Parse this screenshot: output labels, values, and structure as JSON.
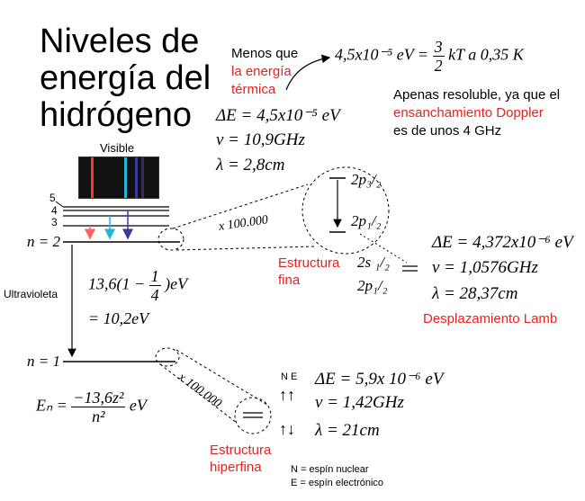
{
  "title": "Niveles de energía del hidrógeno",
  "visible_label": "Visible",
  "level_labels": {
    "n5": "5",
    "n4": "4",
    "n3": "3",
    "n2": "n = 2",
    "n1": "n = 1"
  },
  "ultraviolet_label": "Ultravioleta",
  "uv_energy": {
    "prefix": "13,6(1 −",
    "frac_num": "1",
    "frac_den": "4",
    "suffix": ")eV",
    "result": "= 10,2eV"
  },
  "bohr_formula": {
    "lhs": "Eₙ =",
    "num": "−13,6z²",
    "den": "n²",
    "unit": "eV"
  },
  "thermal_note": {
    "line1": "Menos que",
    "line2": "la energía",
    "line3": "térmica"
  },
  "thermal_equation": {
    "left": "4,5x10⁻⁵ eV =",
    "frac_num": "3",
    "frac_den": "2",
    "right": "kT  a   0,35 K"
  },
  "doppler_note": {
    "line1": "Apenas resoluble, ya que el",
    "line2": "ensanchamiento Doppler",
    "line3": "es de unos 4 GHz"
  },
  "fine_values": {
    "dE": "ΔE = 4,5x10⁻⁵ eV",
    "nu": "ν = 10,9GHz",
    "lambda": "λ = 2,8cm"
  },
  "fine_zoom": {
    "multiplier": "x 100.000",
    "upper_state": "2p₃/₂",
    "lower_state": "2p₁/₂"
  },
  "fine_structure_label": "Estructura fina",
  "lamb_states": {
    "s": "2s ₁/₂",
    "p": "2p₁/₂"
  },
  "lamb_values": {
    "dE": "ΔE = 4,372x10⁻⁶ eV",
    "nu": "ν = 1,0576GHz",
    "lambda": "λ = 28,37cm"
  },
  "lamb_label": "Desplazamiento Lamb",
  "hyperfine_zoom": {
    "multiplier": "x 100.000"
  },
  "hyperfine_label": "Estructura hiperfina",
  "spin_header": "N E",
  "spin_parallel": "↑↑",
  "spin_antiparallel": "↑↓",
  "hyperfine_values": {
    "dE": "ΔE = 5,9x 10⁻⁶ eV",
    "nu": "ν = 1,42GHz",
    "lambda": "λ = 21cm"
  },
  "spin_legend": {
    "line1": "N = espín nuclear",
    "line2": "E = espín electrónico"
  },
  "colors": {
    "red_text": "#e8231f",
    "spectral_red": "#ff3333",
    "spectral_cyan": "#22b8d8",
    "spectral_blue": "#3a3a9a",
    "spectral_violet": "#3b2a66"
  }
}
